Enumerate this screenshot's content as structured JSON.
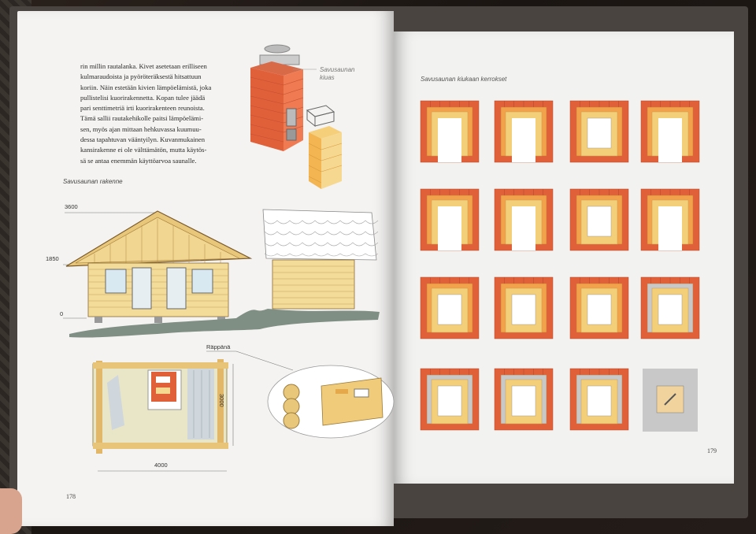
{
  "book": {
    "left_page": {
      "body_text_lines": [
        "rin millin rautalanka. Kivet asetetaan erilliseen",
        "kulmaraudoista ja pyöröteräksestä hitsattuun",
        "koriin. Näin estetään kivien lämpöelämistä, joka",
        "pullistelisi kuorirakennetta. Kopan tulee jäädä",
        "pari senttimetriä irti kuorirakenteen reunoista.",
        "Tämä sallii rautakehikolle paitsi lämpöelämi-",
        "sen, myös ajan mittaan hehkuvassa kuumuu-",
        "dessa tapahtuvan vääntyilyn. Kuvanmukainen",
        "kansirakenne ei ole välttämätön, mutta käytös-",
        "sä se antaa enemmän käyttöarvoa saunalle."
      ],
      "stove_caption": "Savusaunan kiuas",
      "section_caption": "Savusaunan rakenne",
      "elevation_labels": [
        "3600",
        "1850",
        "0"
      ],
      "plan_label": "Räppänä",
      "plan_width_label": "4000",
      "plan_depth_label": "3000",
      "page_number": "178"
    },
    "right_page": {
      "title": "Savusaunan kiukaan kerrokset",
      "layer_count": 16,
      "page_number": "179"
    }
  },
  "colors": {
    "brick_red": "#e0603a",
    "brick_orange": "#f2a24a",
    "brick_yellow": "#f4cf7a",
    "log_yellow": "#f0d68a",
    "stone_grey": "#c8c8c8",
    "ground_green": "#7f8f84"
  }
}
